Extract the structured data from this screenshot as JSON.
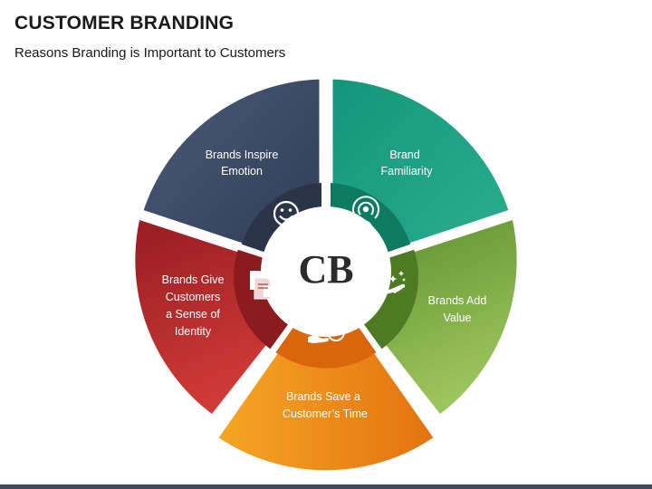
{
  "header": {
    "title": "CUSTOMER BRANDING",
    "subtitle": "Reasons Branding is Important to Customers"
  },
  "center": {
    "text": "CB"
  },
  "segments": [
    {
      "lines": [
        "Brands Inspire",
        "Emotion"
      ],
      "icon": "smiley-face-icon",
      "color_dark": "#2d3b52",
      "color_light": "#4a5c78"
    },
    {
      "lines": [
        "Brand",
        "Familiarity"
      ],
      "icon": "broadcast-person-icon",
      "color_dark": "#0f8a6f",
      "color_light": "#2bb08f"
    },
    {
      "lines": [
        "Brands Add",
        "Value"
      ],
      "icon": "hand-sparkle-icon",
      "color_dark": "#5a8a2a",
      "color_light": "#8cbb4e"
    },
    {
      "lines": [
        "Brands Save a",
        "Customer’s Time"
      ],
      "icon": "hand-stopwatch-icon",
      "color_dark": "#e3720f",
      "color_light": "#f6a624"
    },
    {
      "lines": [
        "Brands Give",
        "Customers",
        "a Sense of",
        "Identity"
      ],
      "icon": "documents-icon",
      "color_dark": "#9c1f24",
      "color_light": "#d9403a"
    }
  ],
  "footer": {
    "color": "#3c4b5f"
  }
}
